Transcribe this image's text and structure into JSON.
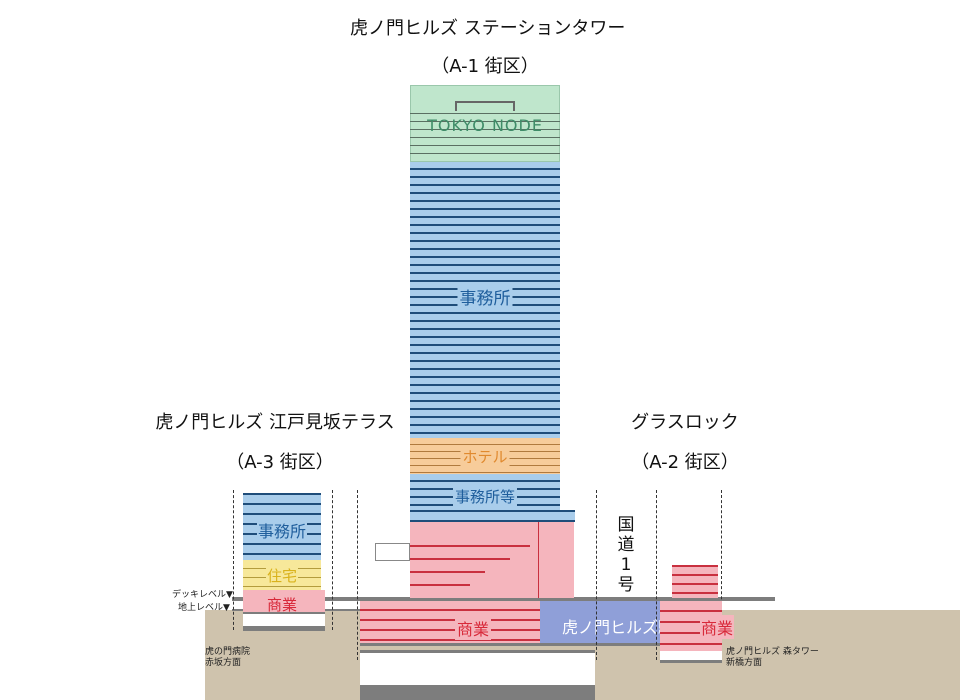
{
  "colors": {
    "office": "#a9cdeb",
    "office_line": "#1f4d7a",
    "hotel": "#f7cc9a",
    "node": "#bfe6cc",
    "retail": "#f5b5bd",
    "retail_line": "#c9303f",
    "station": "#8f9fd8",
    "residential": "#f7e89a",
    "ground": "#cfc3ad",
    "deck": "#7d7d7d",
    "text_office": "#1f5e9c",
    "text_hotel": "#e0892e",
    "text_retail": "#d8293a",
    "text_residential": "#d9b21c",
    "text_node": "#3f8c68"
  },
  "tower_a1": {
    "name": "虎ノ門ヒルズ ステーションタワー",
    "block": "（A-1 街区）",
    "node_label": "TOKYO NODE",
    "office_label": "事務所",
    "hotel_label": "ホテル",
    "office2_label": "事務所等",
    "retail_label": "商業",
    "station_label": "虎ノ門ヒルズ駅"
  },
  "tower_a3": {
    "name": "虎ノ門ヒルズ 江戸見坂テラス",
    "block": "（A-3 街区）",
    "office_label": "事務所",
    "residential_label": "住宅",
    "retail_label": "商業"
  },
  "tower_a2": {
    "name": "グラスロック",
    "block": "（A-2 街区）",
    "retail_label": "商業"
  },
  "road": {
    "label": "国道1号"
  },
  "levels": {
    "deck": "デッキレベル▼",
    "ground": "地上レベル▼"
  },
  "directions": {
    "left_line1": "虎の門病院",
    "left_line2": "赤坂方面",
    "right_line1": "虎ノ門ヒルズ 森タワー",
    "right_line2": "新橋方面"
  }
}
